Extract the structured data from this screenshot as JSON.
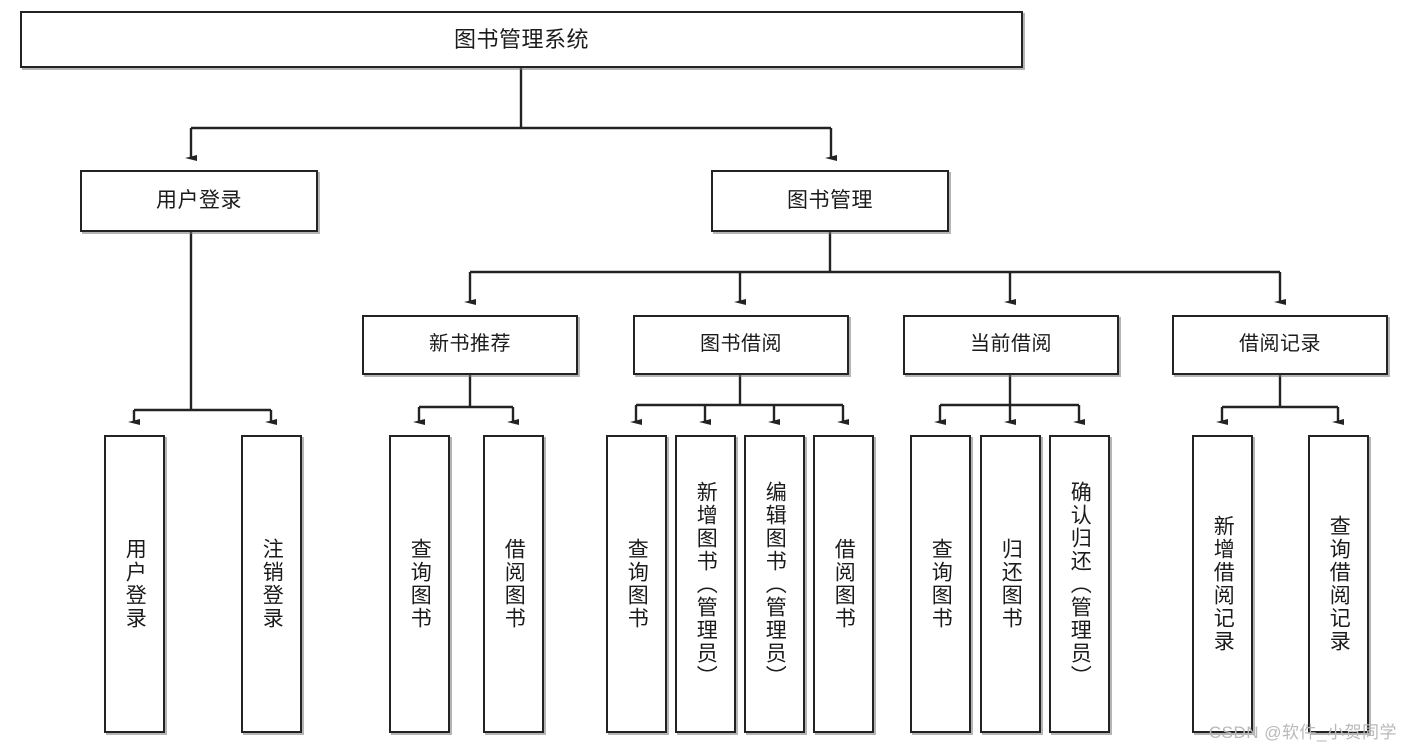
{
  "diagram": {
    "title_node": {
      "label": "图书管理系统"
    },
    "level1": [
      {
        "label": "用户登录"
      },
      {
        "label": "图书管理"
      }
    ],
    "level2": [
      {
        "label": "新书推荐"
      },
      {
        "label": "图书借阅"
      },
      {
        "label": "当前借阅"
      },
      {
        "label": "借阅记录"
      }
    ],
    "leaves": {
      "user_login": [
        {
          "label": "用户登录"
        },
        {
          "label": "注销登录"
        }
      ],
      "new_book_recommend": [
        {
          "label": "查询图书"
        },
        {
          "label": "借阅图书"
        }
      ],
      "book_borrow": [
        {
          "label": "查询图书"
        },
        {
          "label": "新增图书（管理员）"
        },
        {
          "label": "编辑图书（管理员）"
        },
        {
          "label": "借阅图书"
        }
      ],
      "current_borrow": [
        {
          "label": "查询图书"
        },
        {
          "label": "归还图书"
        },
        {
          "label": "确认归还（管理员）"
        }
      ],
      "borrow_record": [
        {
          "label": "新增借阅记录"
        },
        {
          "label": "查询借阅记录"
        }
      ]
    }
  },
  "watermark": {
    "text": "CSDN @软件_小贺同学"
  },
  "colors": {
    "stroke": "#232323",
    "background": "#ffffff",
    "text": "#1b1b1b",
    "watermark": "#b9b9b9"
  }
}
